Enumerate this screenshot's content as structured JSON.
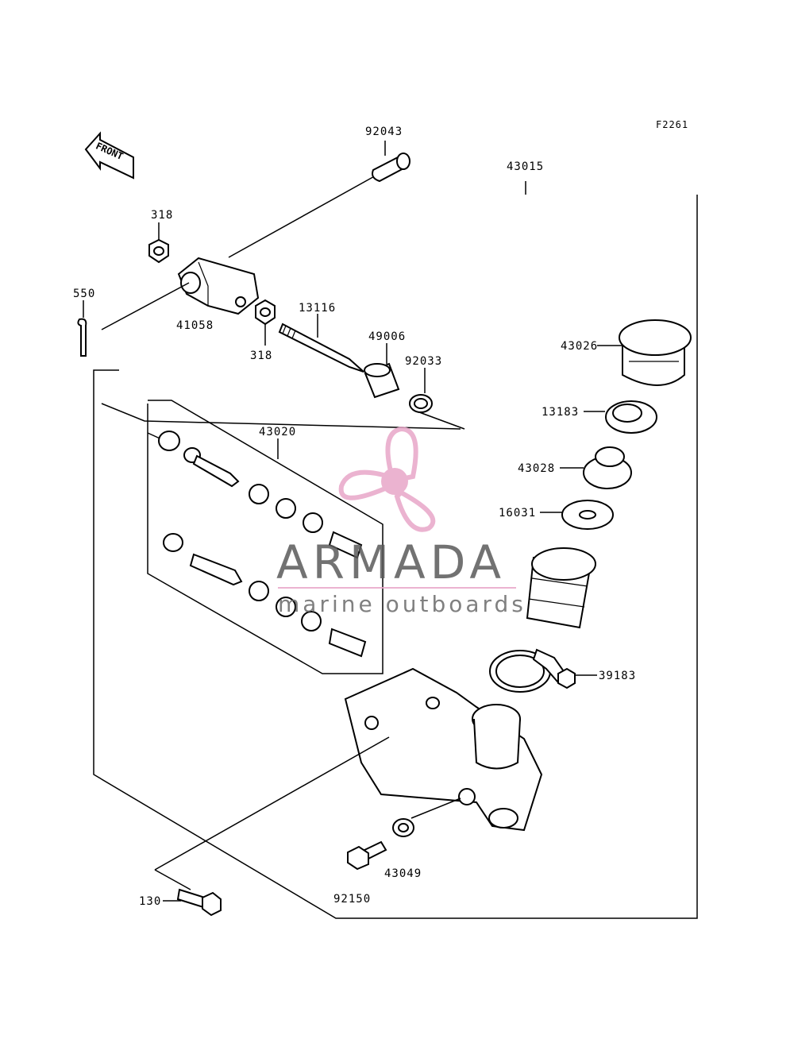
{
  "figure_code": "F2261",
  "front_label": "FRONT",
  "watermark": {
    "brand": "ARMADA",
    "tagline": "marine outboards",
    "color": "#e8a6c8"
  },
  "parts": {
    "p92043": "92043",
    "p43015": "43015",
    "p318_top": "318",
    "p318_bottom": "318",
    "p550": "550",
    "p41058": "41058",
    "p13116": "13116",
    "p49006": "49006",
    "p92033": "92033",
    "p43026": "43026",
    "p43020": "43020",
    "p13183": "13183",
    "p43028": "43028",
    "p16031": "16031",
    "p39183": "39183",
    "p43049": "43049",
    "p92150": "92150",
    "p130": "130"
  }
}
